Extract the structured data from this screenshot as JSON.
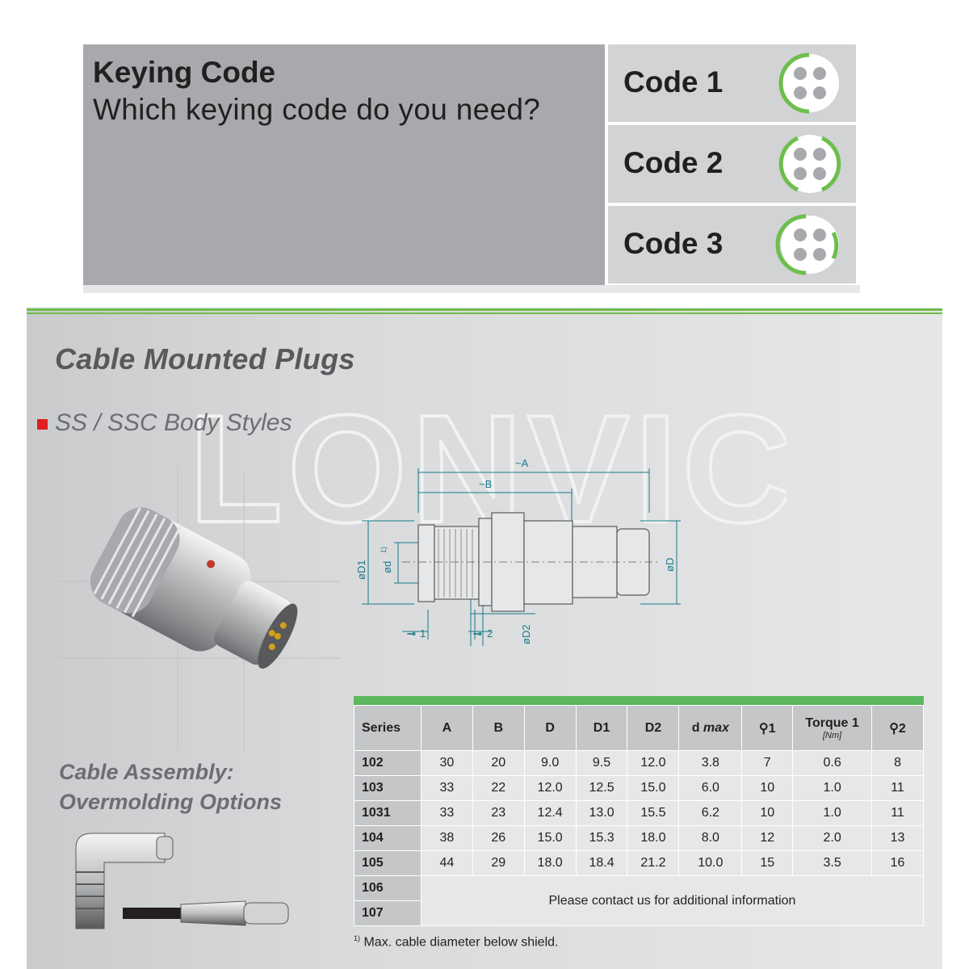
{
  "keying": {
    "title": "Keying Code",
    "question": "Which keying code do you need?",
    "codes": [
      {
        "label": "Code 1"
      },
      {
        "label": "Code 2"
      },
      {
        "label": "Code 3"
      }
    ]
  },
  "section": {
    "title": "Cable Mounted Plugs",
    "body_styles": "SS / SSC Body Styles",
    "assembly_line1": "Cable Assembly:",
    "assembly_line2": "Overmolding Options",
    "watermark": "LONVIC"
  },
  "drawing": {
    "labels": {
      "A": "~A",
      "B": "~B",
      "D1": "øD1",
      "d": "ød",
      "d_sup": "1)",
      "D": "øD",
      "D2": "øD2",
      "wrench1": "1",
      "wrench2": "2"
    }
  },
  "table": {
    "headers": [
      "Series",
      "A",
      "B",
      "D",
      "D1",
      "D2",
      "d max",
      "1",
      "Torque 1",
      "2"
    ],
    "header_parts": {
      "d_prefix": "d",
      "d_suffix": "max",
      "torque_unit": "[Nm]"
    },
    "rows": [
      [
        "102",
        "30",
        "20",
        "9.0",
        "9.5",
        "12.0",
        "3.8",
        "7",
        "0.6",
        "8"
      ],
      [
        "103",
        "33",
        "22",
        "12.0",
        "12.5",
        "15.0",
        "6.0",
        "10",
        "1.0",
        "11"
      ],
      [
        "1031",
        "33",
        "23",
        "12.4",
        "13.0",
        "15.5",
        "6.2",
        "10",
        "1.0",
        "11"
      ],
      [
        "104",
        "38",
        "26",
        "15.0",
        "15.3",
        "18.0",
        "8.0",
        "12",
        "2.0",
        "13"
      ],
      [
        "105",
        "44",
        "29",
        "18.0",
        "18.4",
        "21.2",
        "10.0",
        "15",
        "3.5",
        "16"
      ]
    ],
    "contact_series": [
      "106",
      "107"
    ],
    "contact_text": "Please contact us for additional information",
    "footnote_mark": "1)",
    "footnote": "Max. cable diameter below shield."
  },
  "colors": {
    "accent_green": "#6dbe4b",
    "table_band": "#5cb85c",
    "panel_grey": "#a7a9ac",
    "code_grey": "#d1d3d4",
    "marker_red": "#e02020",
    "drawing_teal": "#1a7a8a"
  }
}
